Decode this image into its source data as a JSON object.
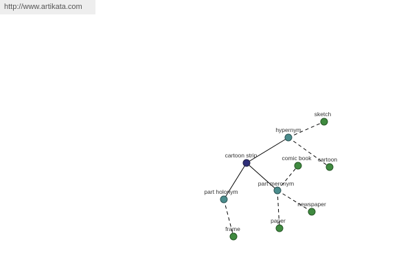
{
  "url": "http://www.artikata.com",
  "nodes": {
    "cartoon_strip": {
      "label": "cartoon strip",
      "color": "#2e2e78",
      "stroke": "#222244"
    },
    "hypernym": {
      "label": "hypernym",
      "color": "#4a8c8c",
      "stroke": "#2e5555"
    },
    "sketch": {
      "label": "sketch",
      "color": "#3f8a3f",
      "stroke": "#255525"
    },
    "cartoon": {
      "label": "cartoon",
      "color": "#3f8a3f",
      "stroke": "#255525"
    },
    "part_meronym": {
      "label": "part meronym",
      "color": "#4a8c8c",
      "stroke": "#2e5555"
    },
    "comic_book": {
      "label": "comic book",
      "color": "#3f8a3f",
      "stroke": "#255525"
    },
    "newspaper": {
      "label": "newspaper",
      "color": "#3f8a3f",
      "stroke": "#255525"
    },
    "paper": {
      "label": "paper",
      "color": "#3f8a3f",
      "stroke": "#255525"
    },
    "part_holonym": {
      "label": "part holonym",
      "color": "#4a8c8c",
      "stroke": "#2e5555"
    },
    "frame": {
      "label": "frame",
      "color": "#3f8a3f",
      "stroke": "#255525"
    }
  }
}
